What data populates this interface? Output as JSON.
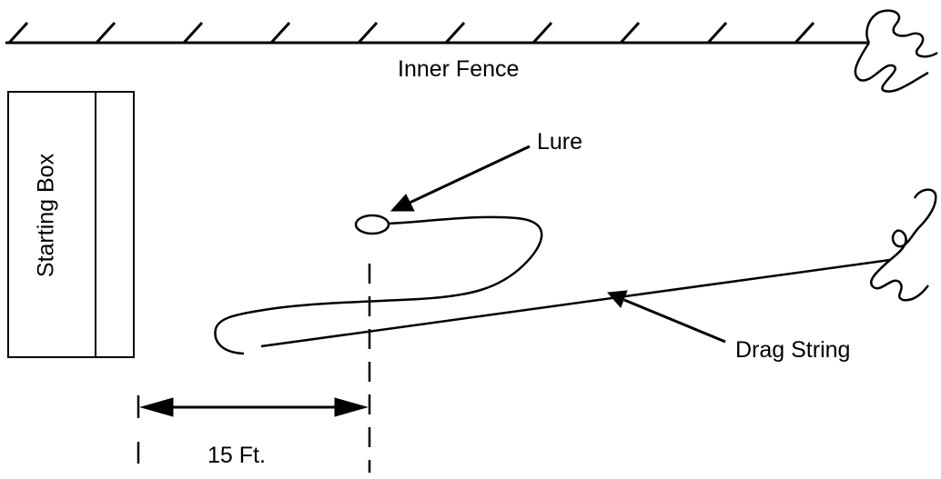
{
  "labels": {
    "inner_fence": "Inner Fence",
    "starting_box": "Starting Box",
    "lure": "Lure",
    "drag_string": "Drag String",
    "distance": "15 Ft."
  },
  "colors": {
    "ink": "#000000",
    "background": "#ffffff"
  }
}
